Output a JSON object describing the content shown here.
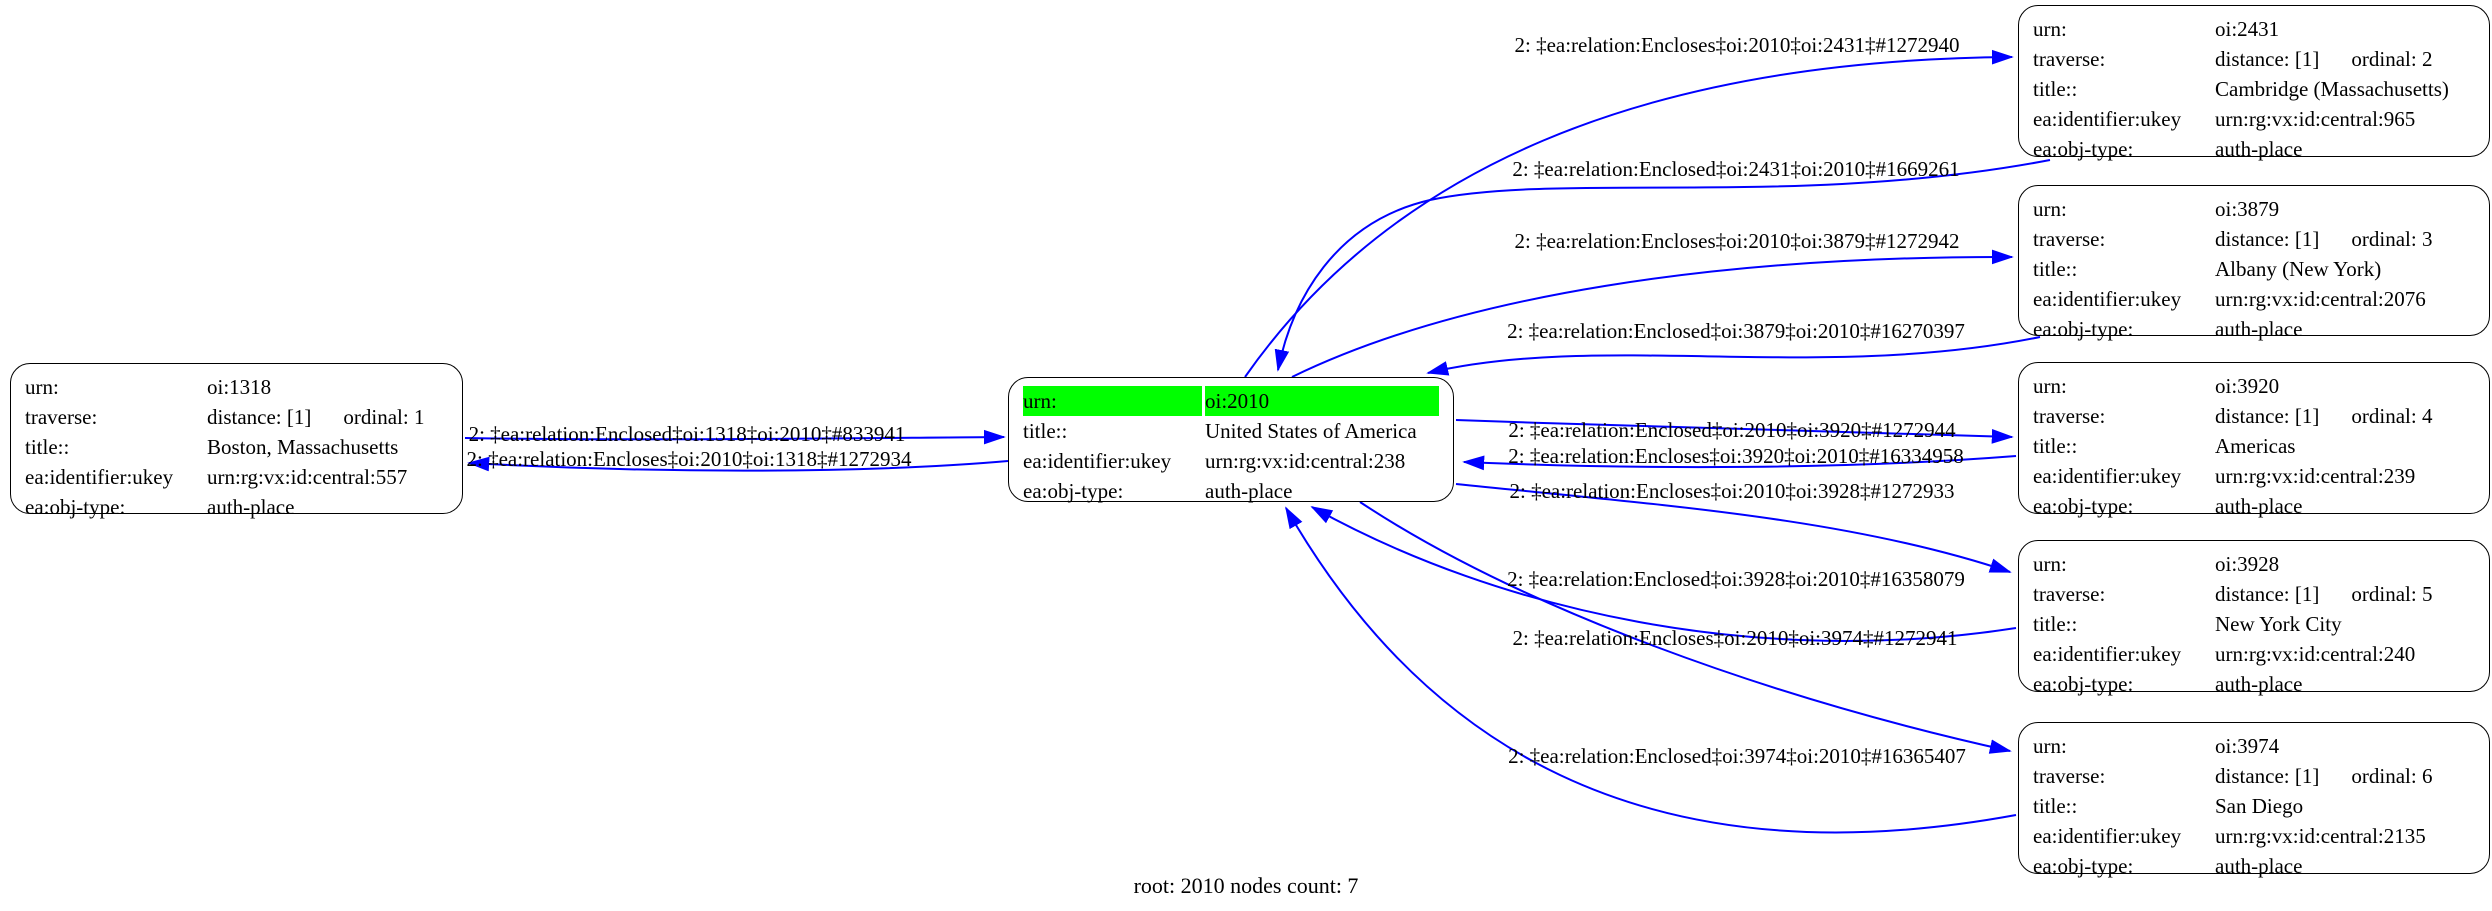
{
  "caption": "root: 2010 nodes count: 7",
  "colors": {
    "edge": "#0000ff",
    "highlight": "#00ff00",
    "node_border": "#000000",
    "text": "#000000"
  },
  "nodes": [
    {
      "name": "boston",
      "rows": [
        {
          "key": "urn:",
          "value": "oi:1318"
        },
        {
          "key": "traverse:",
          "value": "distance: [1]",
          "value2": "ordinal: 1"
        },
        {
          "key": "title::",
          "value": "Boston, Massachusetts"
        },
        {
          "key": "ea:identifier:ukey",
          "value": "urn:rg:vx:id:central:557"
        },
        {
          "key": "ea:obj-type:",
          "value": "auth-place"
        }
      ]
    },
    {
      "name": "usa",
      "rows": [
        {
          "key": "urn:",
          "value": "oi:2010",
          "highlight": true
        },
        {
          "key": "title::",
          "value": "United States of America"
        },
        {
          "key": "ea:identifier:ukey",
          "value": "urn:rg:vx:id:central:238"
        },
        {
          "key": "ea:obj-type:",
          "value": "auth-place"
        }
      ]
    },
    {
      "name": "cambridge",
      "rows": [
        {
          "key": "urn:",
          "value": "oi:2431"
        },
        {
          "key": "traverse:",
          "value": "distance: [1]",
          "value2": "ordinal: 2"
        },
        {
          "key": "title::",
          "value": "Cambridge (Massachusetts)"
        },
        {
          "key": "ea:identifier:ukey",
          "value": "urn:rg:vx:id:central:965"
        },
        {
          "key": "ea:obj-type:",
          "value": "auth-place"
        }
      ]
    },
    {
      "name": "albany",
      "rows": [
        {
          "key": "urn:",
          "value": "oi:3879"
        },
        {
          "key": "traverse:",
          "value": "distance: [1]",
          "value2": "ordinal: 3"
        },
        {
          "key": "title::",
          "value": "Albany (New York)"
        },
        {
          "key": "ea:identifier:ukey",
          "value": "urn:rg:vx:id:central:2076"
        },
        {
          "key": "ea:obj-type:",
          "value": "auth-place"
        }
      ]
    },
    {
      "name": "americas",
      "rows": [
        {
          "key": "urn:",
          "value": "oi:3920"
        },
        {
          "key": "traverse:",
          "value": "distance: [1]",
          "value2": "ordinal: 4"
        },
        {
          "key": "title::",
          "value": "Americas"
        },
        {
          "key": "ea:identifier:ukey",
          "value": "urn:rg:vx:id:central:239"
        },
        {
          "key": "ea:obj-type:",
          "value": "auth-place"
        }
      ]
    },
    {
      "name": "new-york-city",
      "rows": [
        {
          "key": "urn:",
          "value": "oi:3928"
        },
        {
          "key": "traverse:",
          "value": "distance: [1]",
          "value2": "ordinal: 5"
        },
        {
          "key": "title::",
          "value": "New York City"
        },
        {
          "key": "ea:identifier:ukey",
          "value": "urn:rg:vx:id:central:240"
        },
        {
          "key": "ea:obj-type:",
          "value": "auth-place"
        }
      ]
    },
    {
      "name": "san-diego",
      "rows": [
        {
          "key": "urn:",
          "value": "oi:3974"
        },
        {
          "key": "traverse:",
          "value": "distance: [1]",
          "value2": "ordinal: 6"
        },
        {
          "key": "title::",
          "value": "San Diego"
        },
        {
          "key": "ea:identifier:ukey",
          "value": "urn:rg:vx:id:central:2135"
        },
        {
          "key": "ea:obj-type:",
          "value": "auth-place"
        }
      ]
    }
  ],
  "edges": [
    {
      "label": "2: ‡ea:relation:Encloses‡oi:2010‡oi:2431‡#1272940"
    },
    {
      "label": "2: ‡ea:relation:Enclosed‡oi:2431‡oi:2010‡#1669261"
    },
    {
      "label": "2: ‡ea:relation:Encloses‡oi:2010‡oi:3879‡#1272942"
    },
    {
      "label": "2: ‡ea:relation:Enclosed‡oi:3879‡oi:2010‡#16270397"
    },
    {
      "label": "2: ‡ea:relation:Enclosed‡oi:2010‡oi:3920‡#1272944"
    },
    {
      "label": "2: ‡ea:relation:Encloses‡oi:3920‡oi:2010‡#16334958"
    },
    {
      "label": "2: ‡ea:relation:Encloses‡oi:2010‡oi:3928‡#1272933"
    },
    {
      "label": "2: ‡ea:relation:Enclosed‡oi:3928‡oi:2010‡#16358079"
    },
    {
      "label": "2: ‡ea:relation:Encloses‡oi:2010‡oi:3974‡#1272941"
    },
    {
      "label": "2: ‡ea:relation:Enclosed‡oi:3974‡oi:2010‡#16365407"
    },
    {
      "label": "2: ‡ea:relation:Enclosed‡oi:1318‡oi:2010‡#833941"
    },
    {
      "label": "2: ‡ea:relation:Encloses‡oi:2010‡oi:1318‡#1272934"
    }
  ]
}
